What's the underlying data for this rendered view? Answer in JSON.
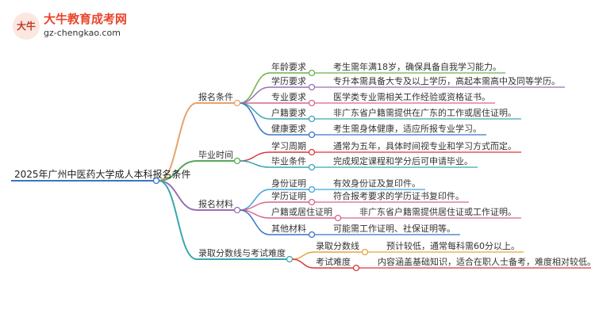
{
  "logo": {
    "icon_text": "大牛",
    "title": "大牛教育成考网",
    "url": "gz-chengkao.com"
  },
  "root": "2025年广州中医药大学成人本科报名条件",
  "branches": [
    {
      "label": "报名条件",
      "color": "#e8a36a",
      "children": [
        {
          "label": "年龄要求",
          "color": "#6ab04c",
          "leaf": "考生需年满18岁，确保具备自我学习能力。"
        },
        {
          "label": "学历要求",
          "color": "#9b6fb5",
          "leaf": "专升本需具备大专及以上学历，高起本需高中及同等学历。"
        },
        {
          "label": "专业要求",
          "color": "#d9648a",
          "leaf": "医学类专业需相关工作经验或资格证书。"
        },
        {
          "label": "户籍要求",
          "color": "#3aa6b0",
          "leaf": "非广东省户籍需提供在广东的工作或居住证明。"
        },
        {
          "label": "健康要求",
          "color": "#3b73c7",
          "leaf": "考生需身体健康，适应所报专业学习。"
        }
      ]
    },
    {
      "label": "毕业时间",
      "color": "#57a85a",
      "children": [
        {
          "label": "学习周期",
          "color": "#d9373c",
          "leaf": "通常为五年，具体时间视专业和学习方式而定。"
        },
        {
          "label": "毕业条件",
          "color": "#3aa6b0",
          "leaf": "完成规定课程和学分后可申请毕业。"
        }
      ]
    },
    {
      "label": "报名材料",
      "color": "#9b6fb5",
      "children": [
        {
          "label": "身份证明",
          "color": "#3aa6d9",
          "leaf": "有效身份证及复印件。"
        },
        {
          "label": "学历证明",
          "color": "#d9648a",
          "leaf": "符合报考要求的学历证书复印件。"
        },
        {
          "label": "户籍或居住证明",
          "color": "#d9648a",
          "leaf": "非广东省户籍需提供居住证或工作证明。"
        },
        {
          "label": "其他材料",
          "color": "#3b73c7",
          "leaf": "可能需工作证明、社保证明等。"
        }
      ]
    },
    {
      "label": "录取分数线与考试难度",
      "color": "#3aa6b0",
      "children": [
        {
          "label": "录取分数线",
          "color": "#e8a33a",
          "leaf": "预计较低，通常每科需60分以上。"
        },
        {
          "label": "考试难度",
          "color": "#d9373c",
          "leaf": "内容涵盖基础知识，适合在职人士备考，难度相对较低。"
        }
      ]
    }
  ]
}
